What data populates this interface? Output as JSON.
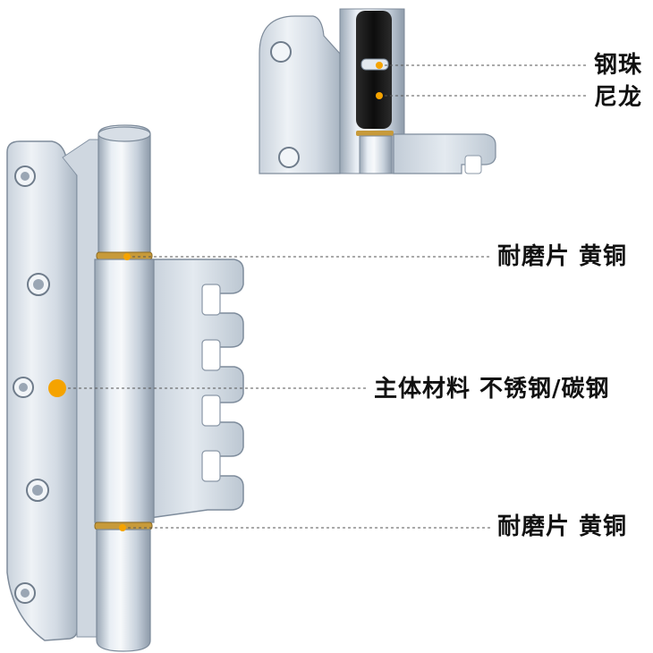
{
  "callouts": {
    "steel_ball": "钢珠",
    "nylon": "尼龙",
    "washer_top": "耐磨片 黄铜",
    "body_material": "主体材料 不锈钢/碳钢",
    "washer_bottom": "耐磨片 黄铜"
  },
  "colors": {
    "marker": "#f5a300",
    "leader": "#555555",
    "metal_light": "#dfe6ee",
    "metal_mid": "#b9c4d0",
    "metal_dark": "#8a97a6",
    "brass": "#c79a3a",
    "nylon_core": "#1a1a1a"
  }
}
